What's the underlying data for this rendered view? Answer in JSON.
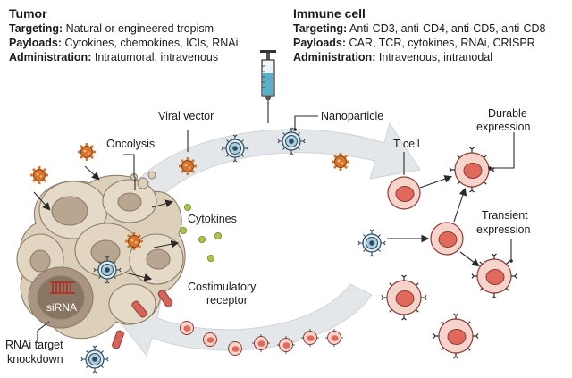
{
  "tumor": {
    "title": "Tumor",
    "targeting_label": "Targeting:",
    "targeting_value": "Natural or engineered tropism",
    "payloads_label": "Payloads:",
    "payloads_value": "Cytokines, chemokines, ICIs, RNAi",
    "administration_label": "Administration:",
    "administration_value": "Intratumoral, intravenous"
  },
  "immune": {
    "title": "Immune cell",
    "targeting_label": "Targeting:",
    "targeting_value": "Anti-CD3, anti-CD4, anti-CD5, anti-CD8",
    "payloads_label": "Payloads:",
    "payloads_value": "CAR, TCR, cytokines, RNAi, CRISPR",
    "administration_label": "Administration:",
    "administration_value": "Intravenous, intranodal"
  },
  "labels": {
    "viral_vector": "Viral vector",
    "nanoparticle": "Nanoparticle",
    "oncolysis": "Oncolysis",
    "cytokines": "Cytokines",
    "costim_line1": "Costimulatory",
    "costim_line2": "receptor",
    "sirna": "siRNA",
    "rnai_line1": "RNAi target",
    "rnai_line2": "knockdown",
    "t_cell": "T cell",
    "durable_line1": "Durable",
    "durable_line2": "expression",
    "transient_line1": "Transient",
    "transient_line2": "expression"
  },
  "colors": {
    "cycle_arrow": "#e4e7ea",
    "tumor_cell": "#ddd0bb",
    "tumor_nucleus": "#b9a690",
    "t_cell": "#f6d3cb",
    "t_cell_nucleus": "#e0695b",
    "virus": "#d9752c",
    "nanoparticle": "#aacde0",
    "cytokine": "#a9c64a",
    "receptor": "#d9625a",
    "syringe_fluid": "#5ab0c9"
  }
}
